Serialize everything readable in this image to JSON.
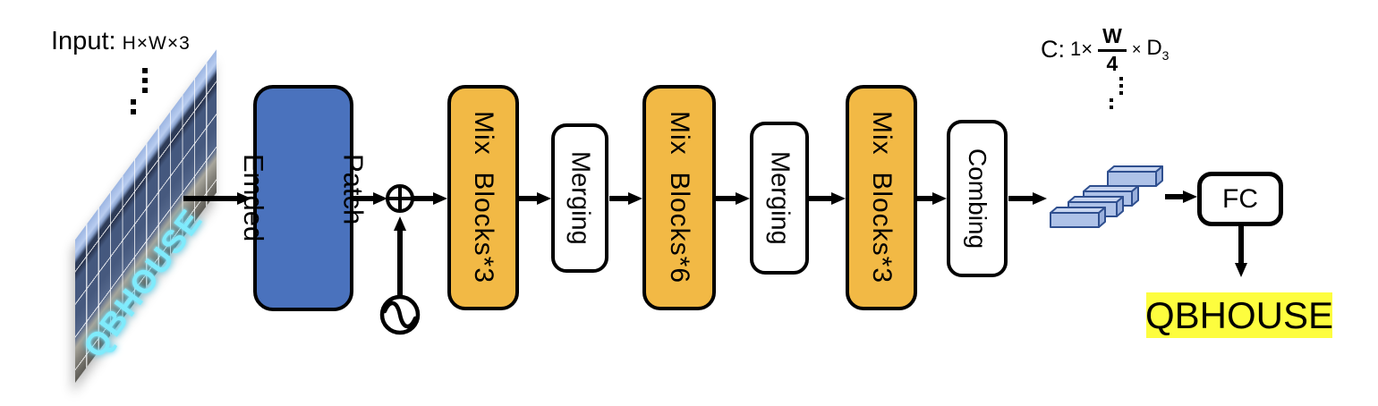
{
  "colors": {
    "block_blue": "#4A72BD",
    "block_orange": "#F2B945",
    "block_white": "#FFFFFF",
    "outline_black": "#000000",
    "feature_bar_fill": "#AEC2E8",
    "feature_bar_top": "#C9D6F0",
    "feature_bar_side": "#9AB0DC",
    "feature_bar_stroke": "#2F4F8F",
    "result_highlight_yellow": "#FDFD3E",
    "neon_cyan": "#7FEBFC"
  },
  "input": {
    "label": "Input:",
    "dims": "H×W×3",
    "image_text": "QBHOUSE"
  },
  "icons": {
    "add": "circled-plus",
    "positional_encoding": "sine-wave-circle"
  },
  "blocks": {
    "patch_embed": {
      "line1": "Patch",
      "line2": "Emded"
    },
    "stage1": "Mix  Blocks*3",
    "merge1": "Merging",
    "stage2": "Mix  Blocks*6",
    "merge2": "Merging",
    "stage3": "Mix  Blocks*3",
    "combing": "Combing"
  },
  "output": {
    "feature_dims": {
      "c": "C:",
      "one": "1×",
      "numerator": "W",
      "denominator": "4",
      "times": "×",
      "d": "D",
      "d_sub": "3"
    },
    "fc": "FC",
    "result": "QBHOUSE"
  }
}
